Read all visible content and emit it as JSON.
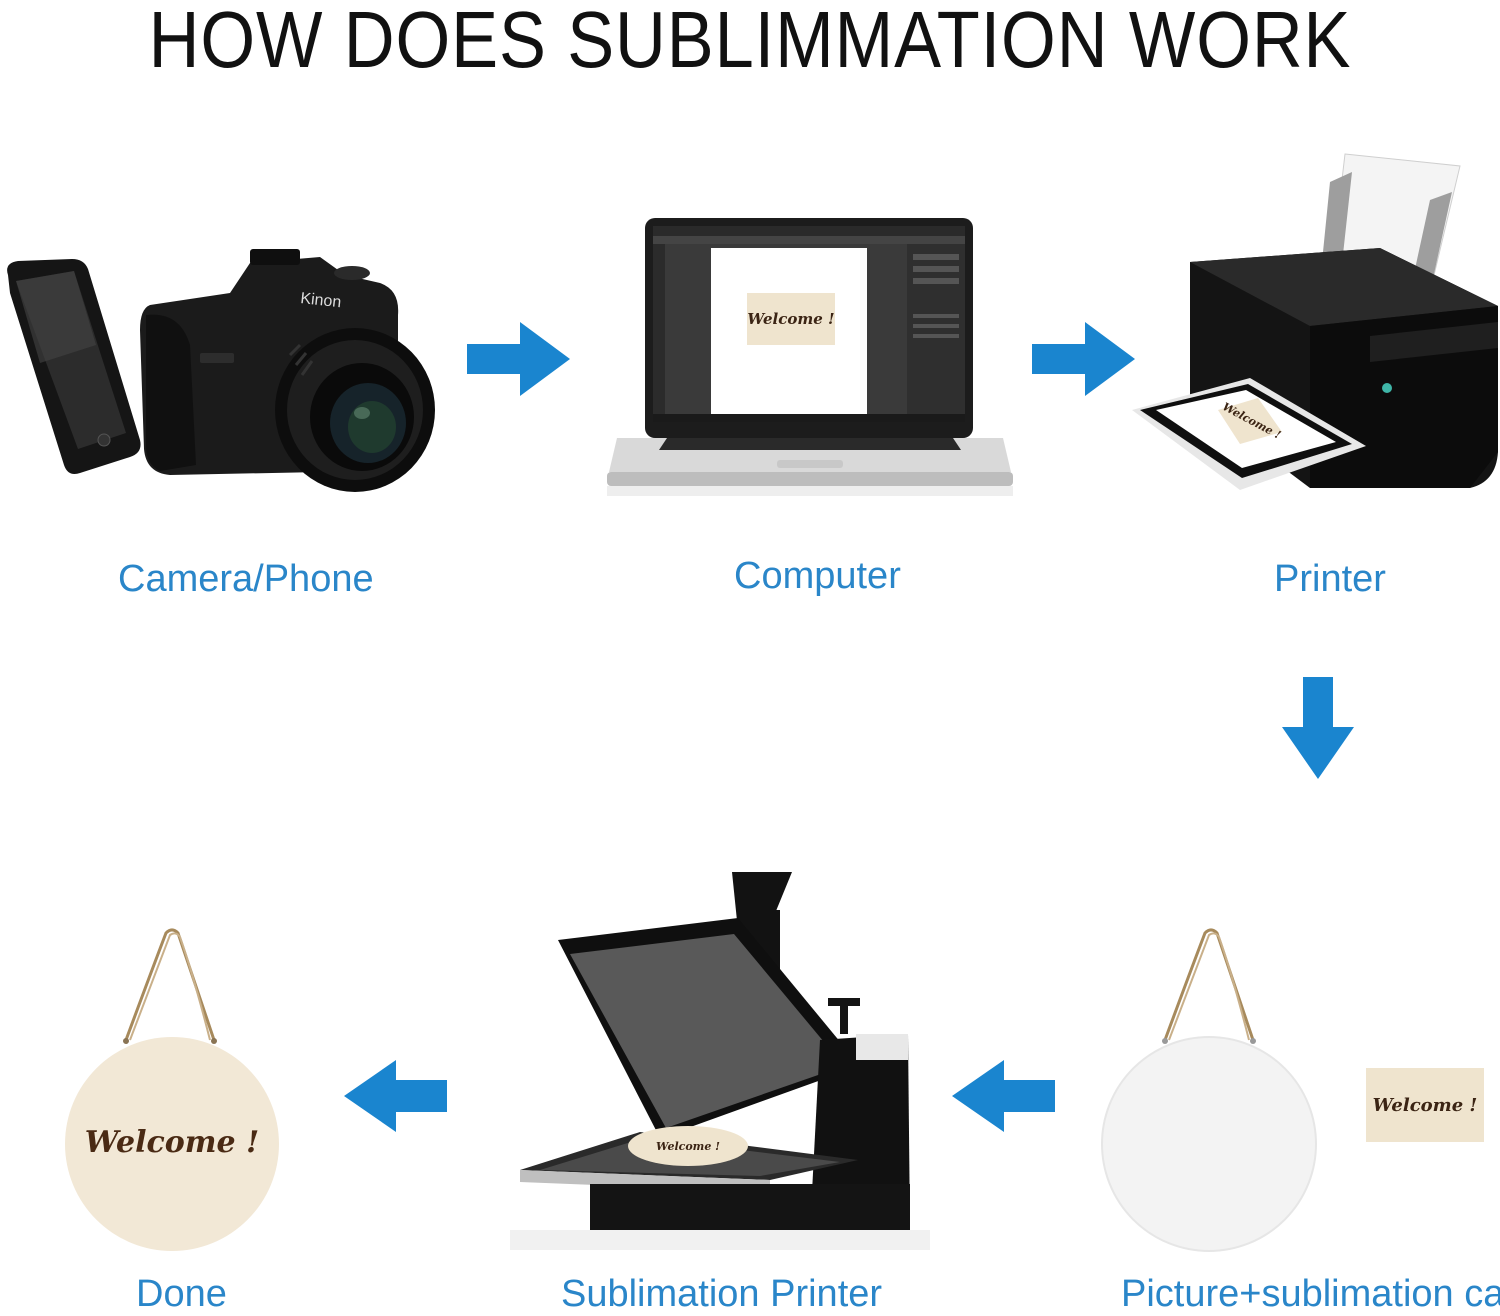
{
  "title": "HOW DOES SUBLIMMATION WORK",
  "steps": {
    "camera": {
      "label": "Camera/Phone",
      "brand": "Kinon"
    },
    "computer": {
      "label": "Computer",
      "screen_text": "Welcome !"
    },
    "printer": {
      "label": "Printer",
      "paper_text": "Welcome !"
    },
    "card": {
      "label": "Picture+sublimation card",
      "card_text": "Welcome !"
    },
    "press": {
      "label": "Sublimation Printer",
      "plate_text": "Welcome !"
    },
    "done": {
      "label": "Done",
      "sign_text": "Welcome !"
    }
  },
  "colors": {
    "arrow": "#1a85cf",
    "label": "#2a86c9"
  }
}
